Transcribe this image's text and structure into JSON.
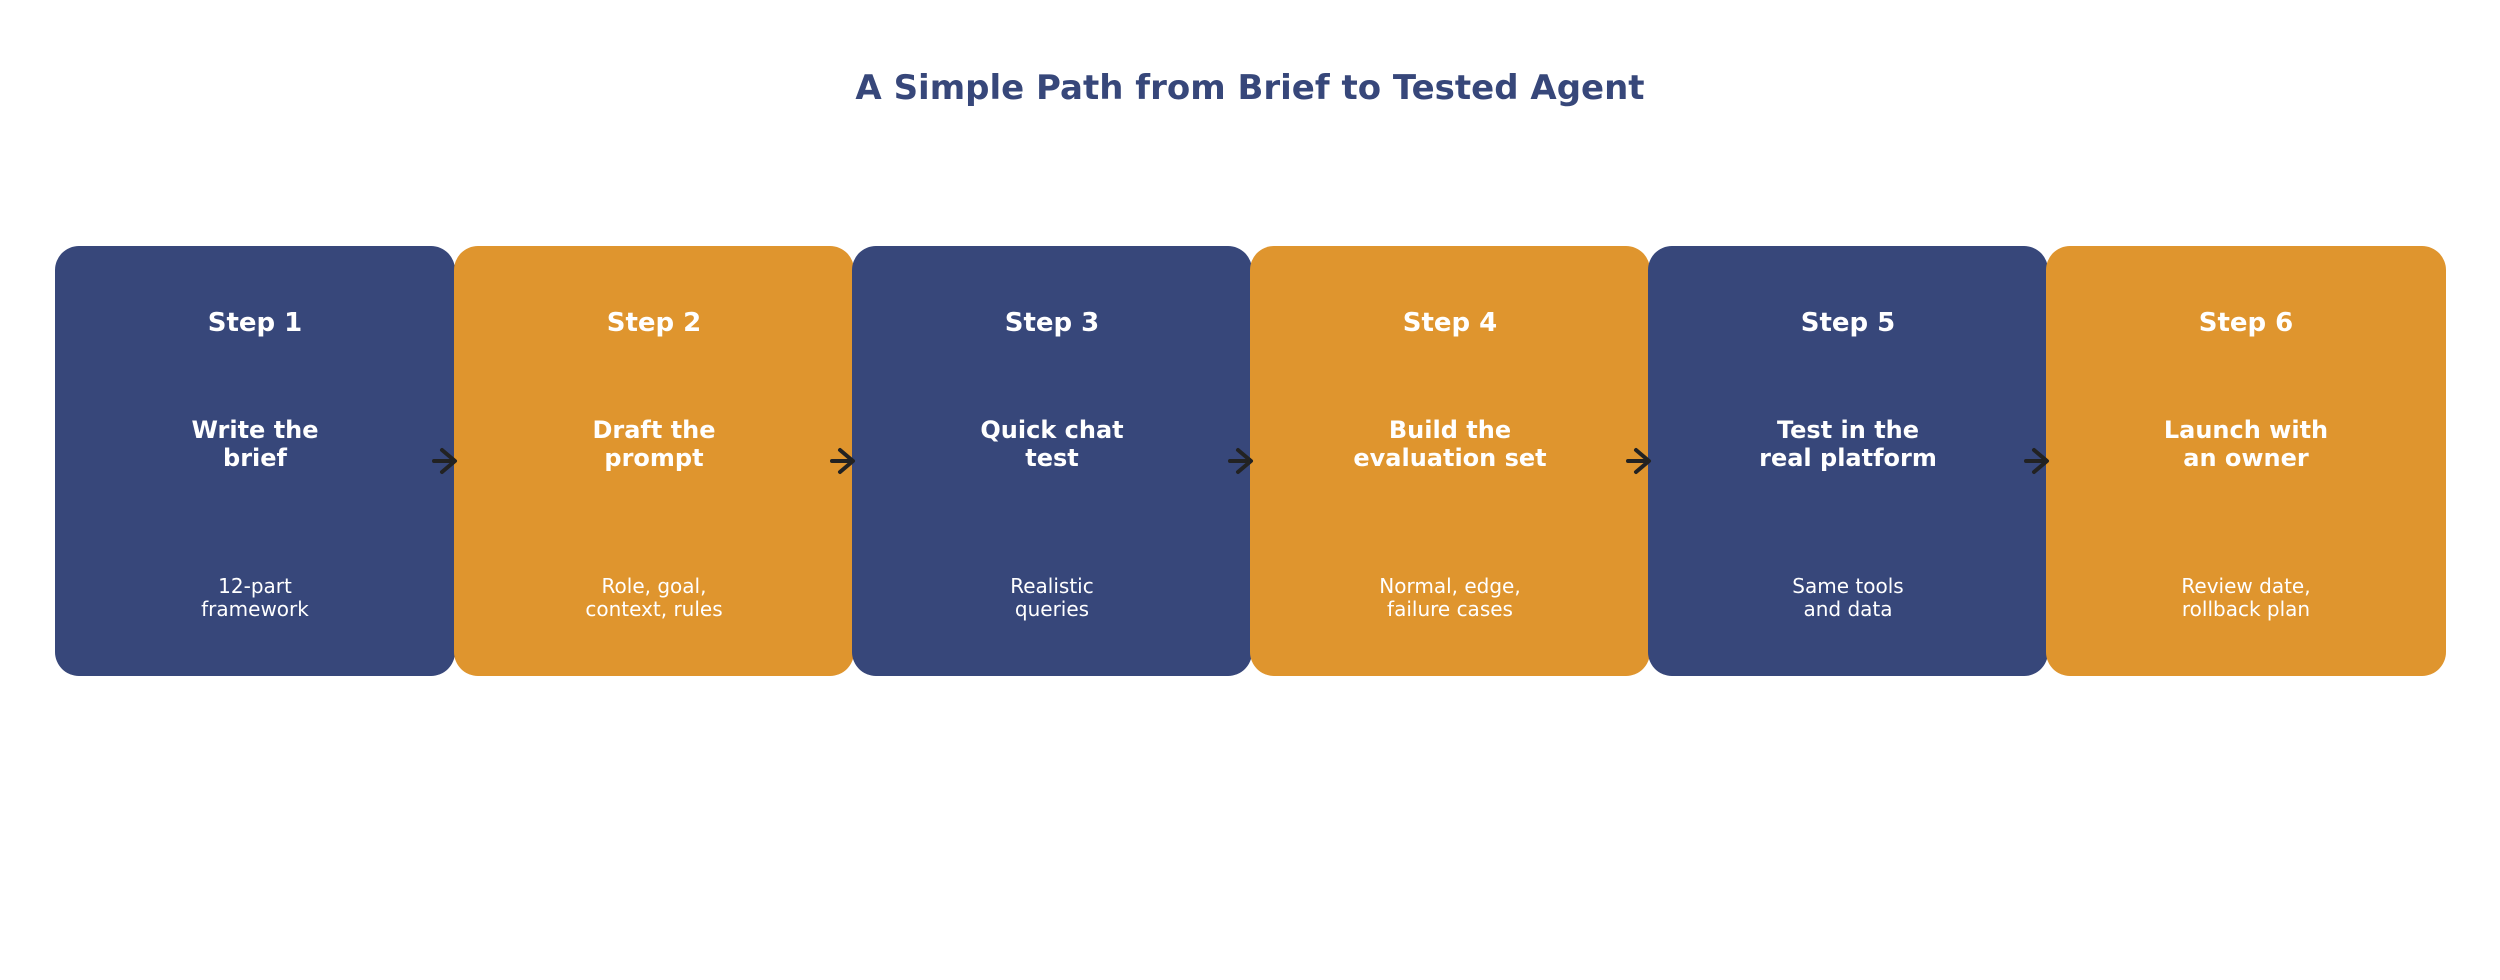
{
  "title": "A Simple Path from Brief to Tested Agent",
  "colors": {
    "title": "#37477a",
    "navy": "#37477a",
    "orange": "#df952e",
    "arrow": "#222222",
    "text": "#ffffff"
  },
  "steps": [
    {
      "number": "Step 1",
      "name": "Write the\nbrief",
      "description": "12-part\nframework",
      "color": "#37477a"
    },
    {
      "number": "Step 2",
      "name": "Draft the\nprompt",
      "description": "Role, goal,\ncontext, rules",
      "color": "#df952e"
    },
    {
      "number": "Step 3",
      "name": "Quick chat\ntest",
      "description": "Realistic\nqueries",
      "color": "#37477a"
    },
    {
      "number": "Step 4",
      "name": "Build the\nevaluation set",
      "description": "Normal, edge,\nfailure cases",
      "color": "#df952e"
    },
    {
      "number": "Step 5",
      "name": "Test in the\nreal platform",
      "description": "Same tools\nand data",
      "color": "#37477a"
    },
    {
      "number": "Step 6",
      "name": "Launch with\nan owner",
      "description": "Review date,\nrollback plan",
      "color": "#df952e"
    }
  ]
}
